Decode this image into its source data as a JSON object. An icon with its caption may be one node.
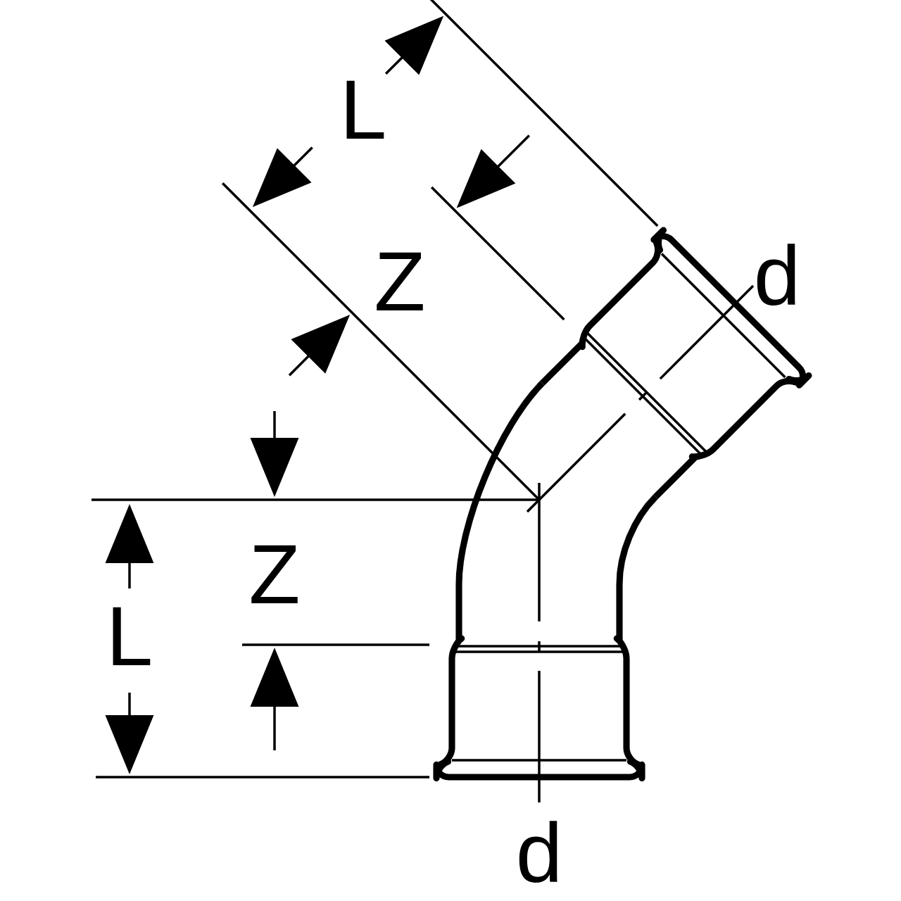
{
  "diagram": {
    "labels": [
      "L",
      "Z",
      "d",
      "Z",
      "L",
      "d"
    ]
  }
}
